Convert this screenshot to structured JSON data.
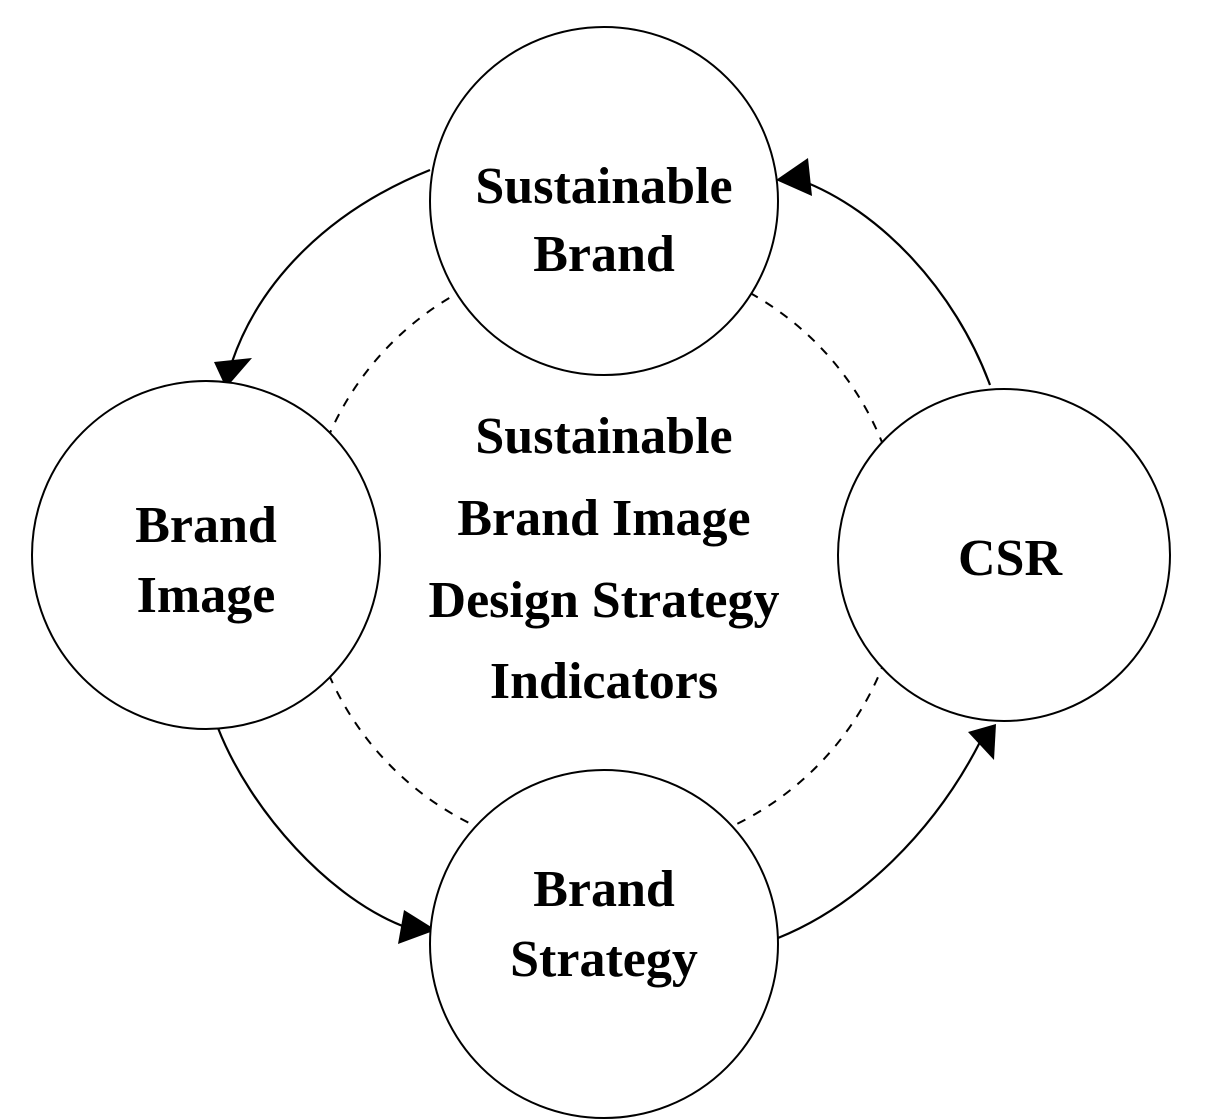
{
  "diagram": {
    "type": "cycle",
    "nodes": {
      "top": {
        "lines": [
          "Sustainable",
          "Brand"
        ]
      },
      "left": {
        "lines": [
          "Brand",
          "Image"
        ]
      },
      "bottom": {
        "lines": [
          "Brand",
          "Strategy"
        ]
      },
      "right": {
        "lines": [
          "CSR"
        ]
      }
    },
    "center": {
      "lines": [
        "Sustainable",
        "Brand Image",
        "Design Strategy",
        "Indicators"
      ]
    },
    "flow": [
      "Sustainable Brand → Brand Image",
      "Brand Image → Brand Strategy",
      "Brand Strategy → CSR",
      "CSR → Sustainable Brand"
    ],
    "colors": {
      "stroke": "#000000",
      "background": "#ffffff"
    }
  }
}
